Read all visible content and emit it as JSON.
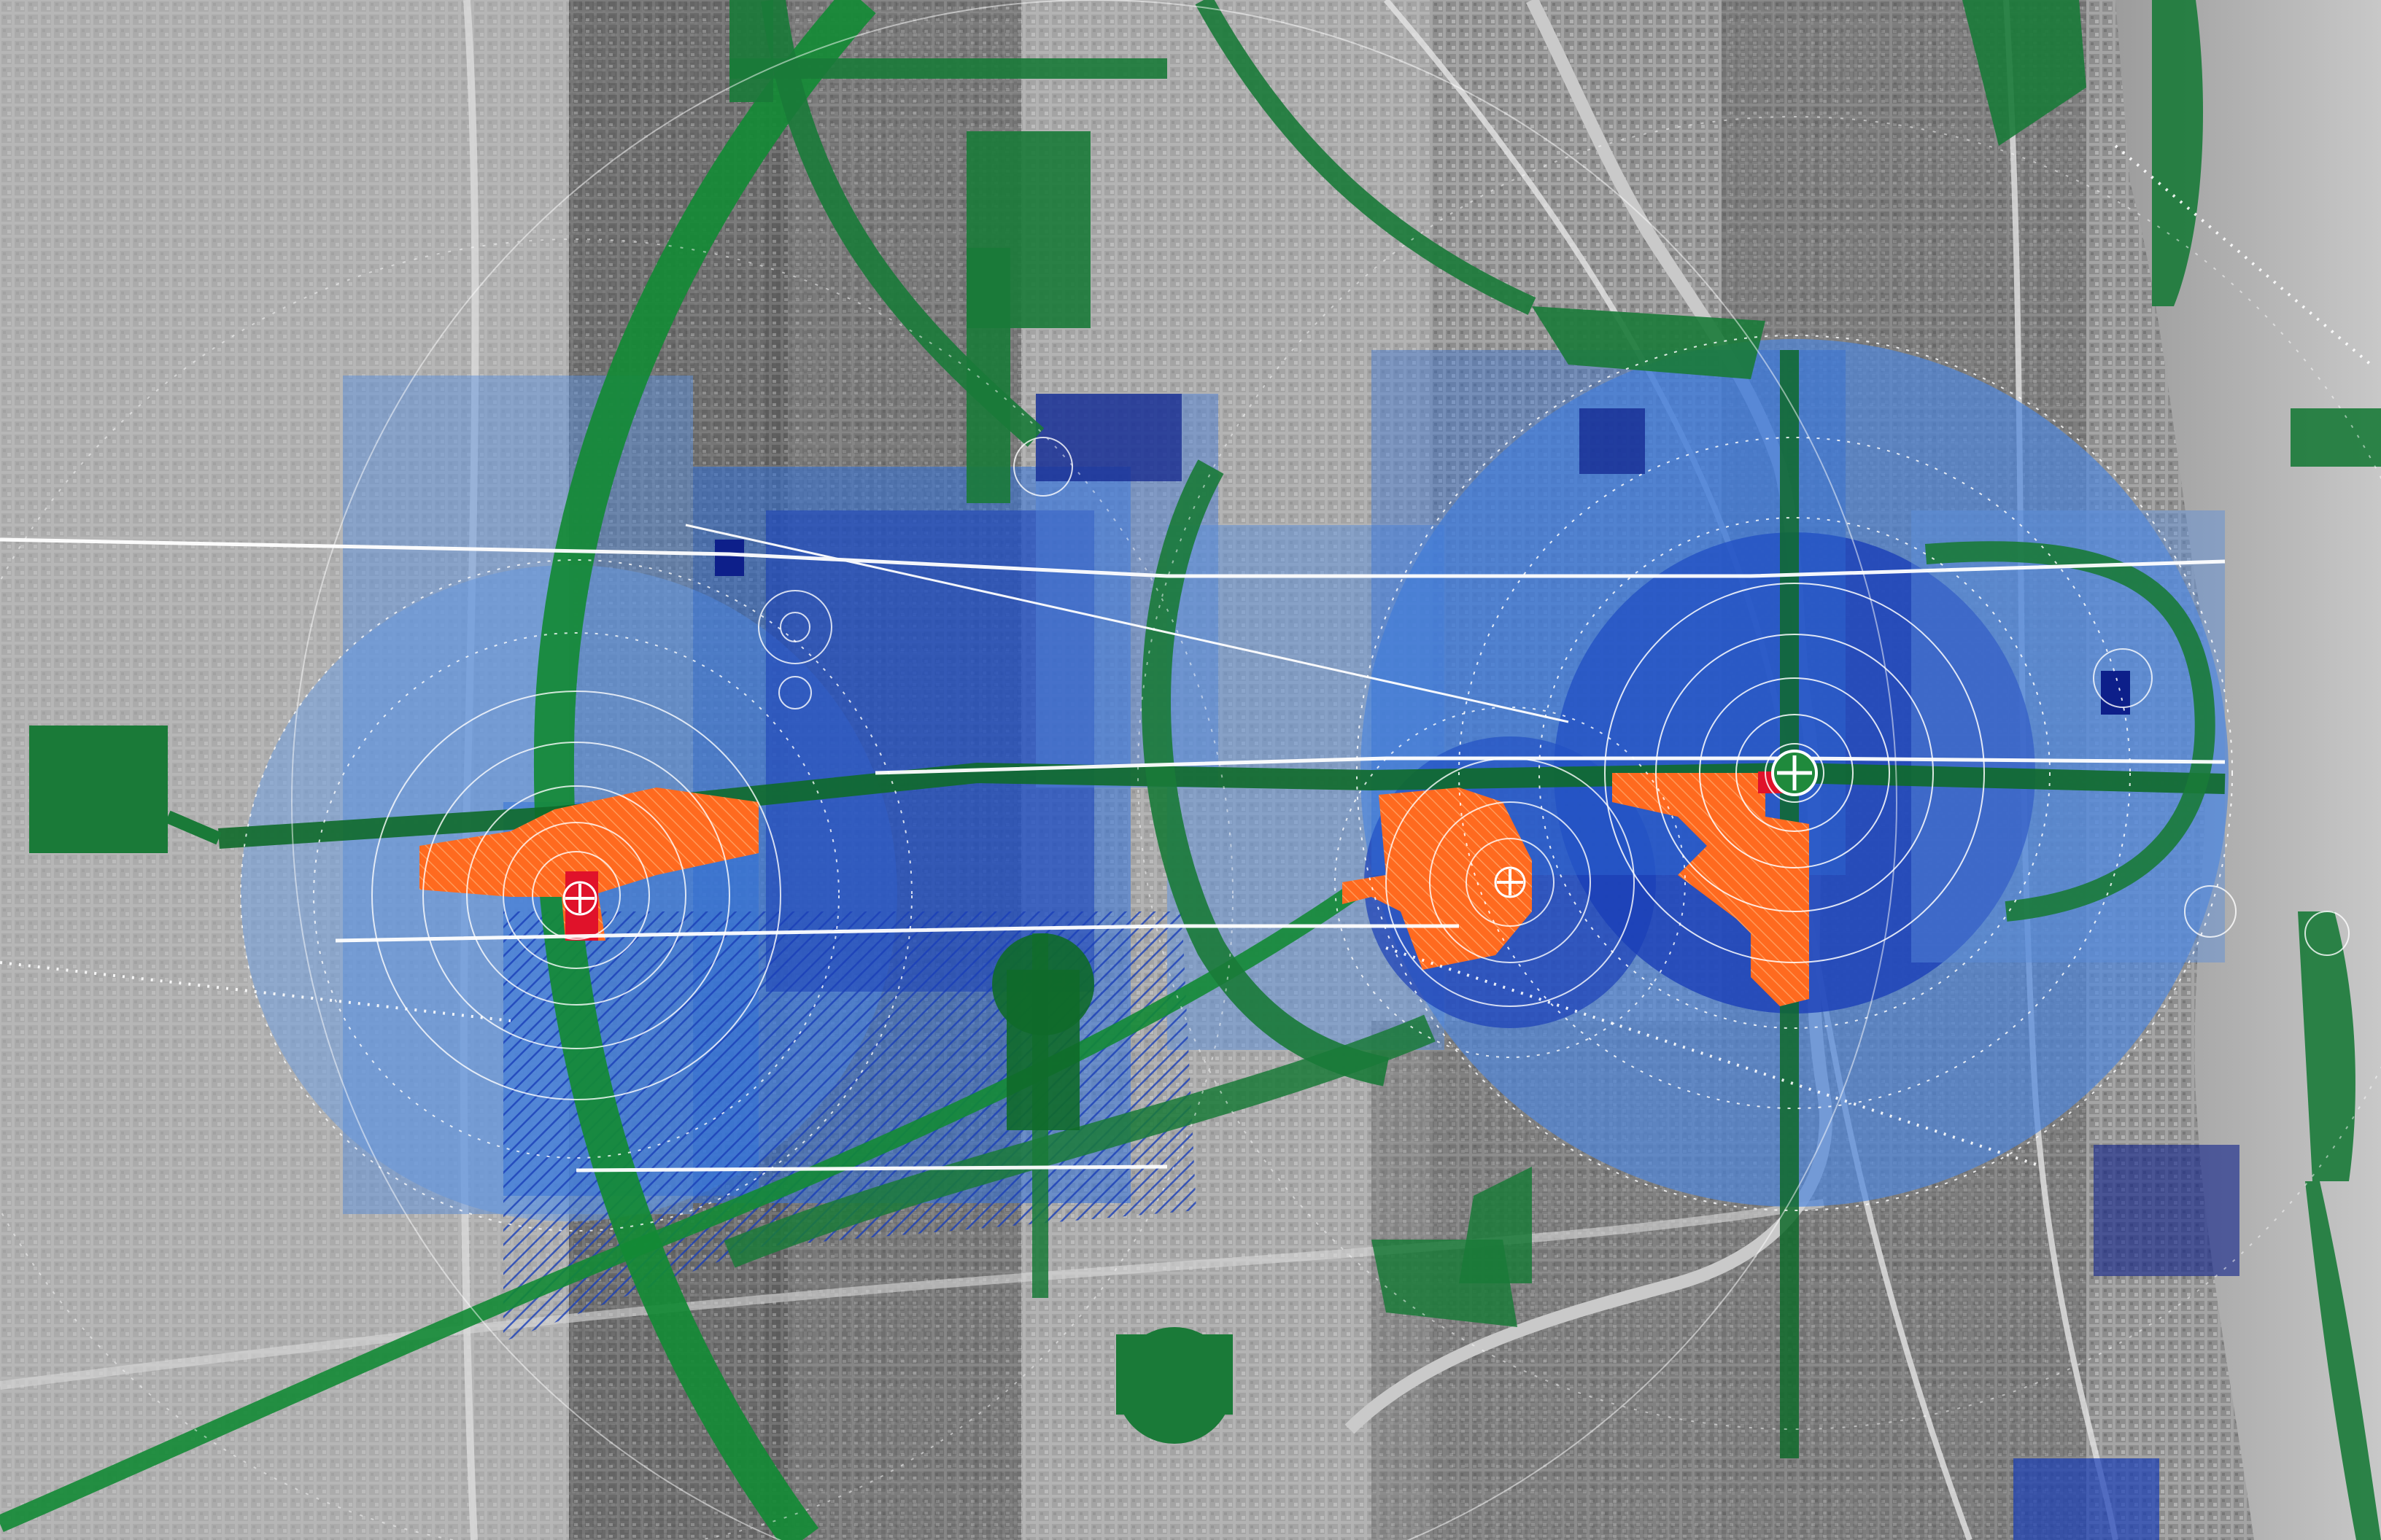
{
  "colors": {
    "aerial_light": "#b9b9b9",
    "aerial_mid": "#8c8c8c",
    "aerial_dark": "#5f5f5f",
    "water": "#a8a8a8",
    "green_corridor": "#1f8a3c",
    "green_dark": "#0f6a2a",
    "blue_light": "#6f9fe0",
    "blue_mid": "#2f6fd8",
    "blue_deep": "#1a3fb8",
    "blue_navy": "#0d1f8a",
    "orange_site": "#ff6a1f",
    "red_node": "#e0122a",
    "white_line": "#ffffff"
  },
  "layers": [
    {
      "name": "aerial-basemap"
    },
    {
      "name": "green-corridors"
    },
    {
      "name": "blue-influence-zones"
    },
    {
      "name": "orange-development-sites"
    },
    {
      "name": "radial-rings"
    },
    {
      "name": "node-markers"
    }
  ],
  "nodes": [
    {
      "name": "west-node"
    },
    {
      "name": "central-node"
    },
    {
      "name": "east-node"
    }
  ]
}
